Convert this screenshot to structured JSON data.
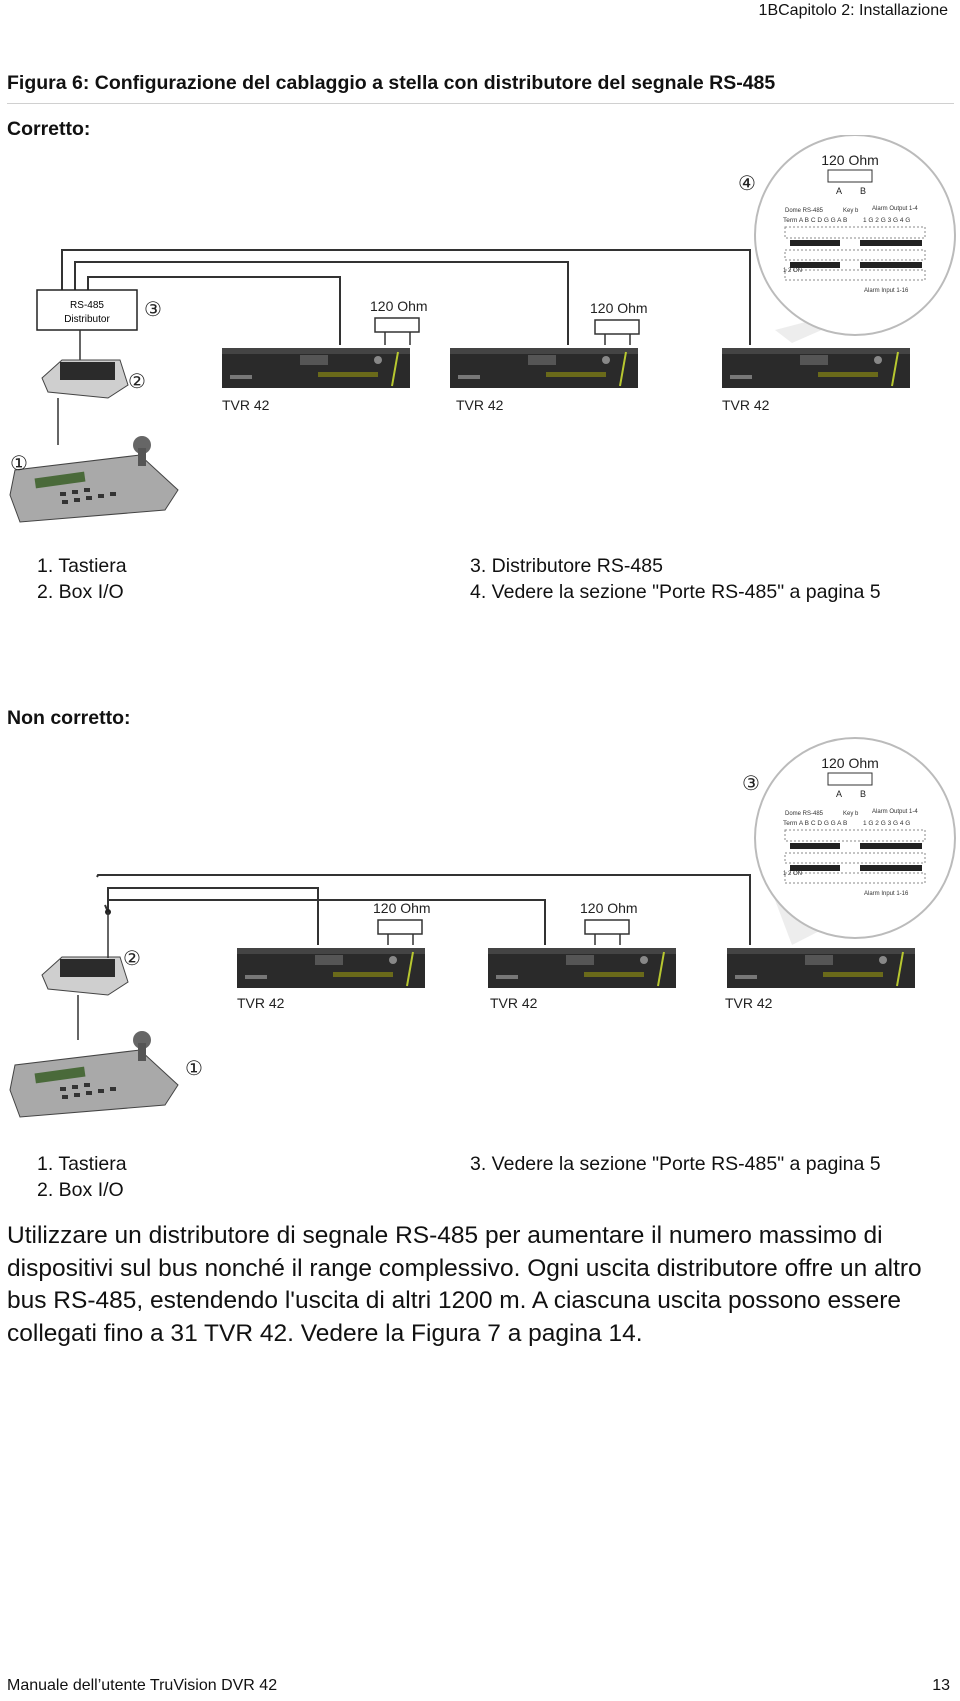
{
  "header": {
    "chapter": "1BCapitolo 2: Installazione"
  },
  "figure": {
    "title": "Figura 6: Configurazione del cablaggio a stella con distributore del segnale RS-485"
  },
  "correct": {
    "heading": "Corretto:",
    "distributor_label_1": "RS-485",
    "distributor_label_2": "Distributor",
    "resistor_label": "120 Ohm",
    "dvr_label": "TVR 42",
    "callouts": [
      "①",
      "②",
      "③",
      "④"
    ],
    "legend": [
      "1. Tastiera",
      "2. Box I/O",
      "3. Distributore RS-485",
      "4. Vedere la sezione \"Porte RS-485\" a pagina 5"
    ]
  },
  "incorrect": {
    "heading": "Non corretto:",
    "resistor_label": "120 Ohm",
    "dvr_label": "TVR 42",
    "callouts": [
      "①",
      "②",
      "③"
    ],
    "legend": [
      "1. Tastiera",
      "2. Box I/O",
      "3. Vedere la sezione \"Porte RS-485\" a pagina 5"
    ]
  },
  "detail": {
    "resistor": "120 Ohm",
    "a": "A",
    "b": "B",
    "dome": "Dome RS-485",
    "keyb": "Key b",
    "alarm_out": "Alarm Output 1-4",
    "term": "Term A B C D G G A B",
    "outs": "1 G 2 G 3 G 4 G",
    "alarm_in": "Alarm Input 1-16",
    "on": "1 2 ON"
  },
  "paragraph": "Utilizzare un distributore di segnale RS-485 per aumentare il numero massimo di dispositivi sul bus nonché il range complessivo. Ogni uscita distributore offre un altro bus RS-485, estendendo l'uscita di altri 1200 m. A ciascuna uscita possono essere collegati fino a 31 TVR 42. Vedere la Figura 7 a pagina 14.",
  "footer": {
    "manual": "Manuale dell’utente TruVision DVR 42",
    "page": "13"
  }
}
